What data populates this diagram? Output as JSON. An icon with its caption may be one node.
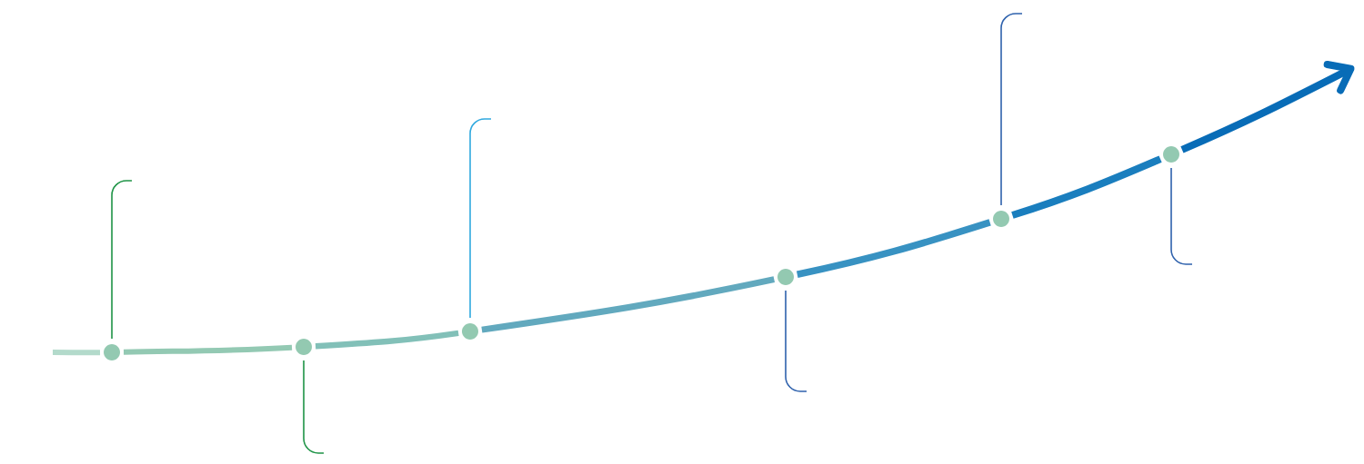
{
  "diagram": {
    "nodes": [
      {
        "text": [],
        "shape": "circle"
      },
      {
        "text": [],
        "shape": "circle"
      },
      {
        "text": [],
        "shape": "circle"
      },
      {
        "text": [],
        "shape": "circle"
      },
      {
        "text": [],
        "shape": "circle"
      },
      {
        "text": [],
        "shape": "circle"
      }
    ],
    "edges": [
      {
        "from": null,
        "to": 0,
        "arrow": "none",
        "color": "#b3dacb"
      },
      {
        "from": 0,
        "to": 1,
        "arrow": "none",
        "color": "#93c9b3"
      },
      {
        "from": 1,
        "to": 2,
        "arrow": "none",
        "color": "#82c0b8"
      },
      {
        "from": 2,
        "to": 3,
        "arrow": "none",
        "color": "#62a9be"
      },
      {
        "from": 3,
        "to": 4,
        "arrow": "none",
        "color": "#3892c2"
      },
      {
        "from": 4,
        "to": 5,
        "arrow": "none",
        "color": "#1a7ebe"
      },
      {
        "from": 5,
        "to": null,
        "arrow": "to",
        "color": "#086cb7"
      },
      {
        "from": 0,
        "to": null,
        "arrow": "none",
        "color": "#1f9447"
      },
      {
        "from": 1,
        "to": null,
        "arrow": "none",
        "color": "#1f9447"
      },
      {
        "from": 2,
        "to": null,
        "arrow": "none",
        "color": "#31a9df"
      },
      {
        "from": 3,
        "to": null,
        "arrow": "none",
        "color": "#2f62ad"
      },
      {
        "from": 4,
        "to": null,
        "arrow": "none",
        "color": "#2f62ad"
      },
      {
        "from": 5,
        "to": null,
        "arrow": "none",
        "color": "#2f62ad"
      }
    ]
  }
}
